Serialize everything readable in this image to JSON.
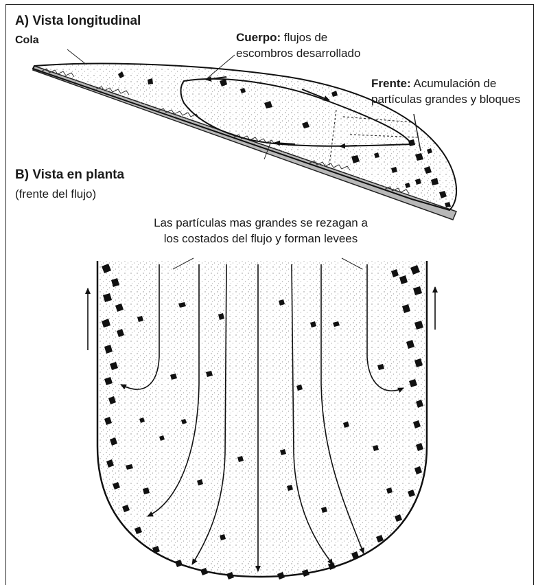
{
  "section_a": {
    "title": "A) Vista longitudinal",
    "tail_label": "Cola",
    "body_label_bold": "Cuerpo:",
    "body_label_line1": "flujos de",
    "body_label_line2": "escombros desarrollado",
    "front_label_bold": "Frente:",
    "front_label_line1": "Acumulación de",
    "front_label_line2": "partículas grandes y bloques"
  },
  "section_b": {
    "title": "B) Vista en planta",
    "subtitle": "(frente del flujo)",
    "levee_note_line1": "Las partículas mas grandes se rezagan a",
    "levee_note_line2": "los costados del flujo y forman levees"
  },
  "colors": {
    "ink": "#111111",
    "bed": "#b8b8b8",
    "stipple": "#8a8a8a",
    "frame": "#222222"
  }
}
